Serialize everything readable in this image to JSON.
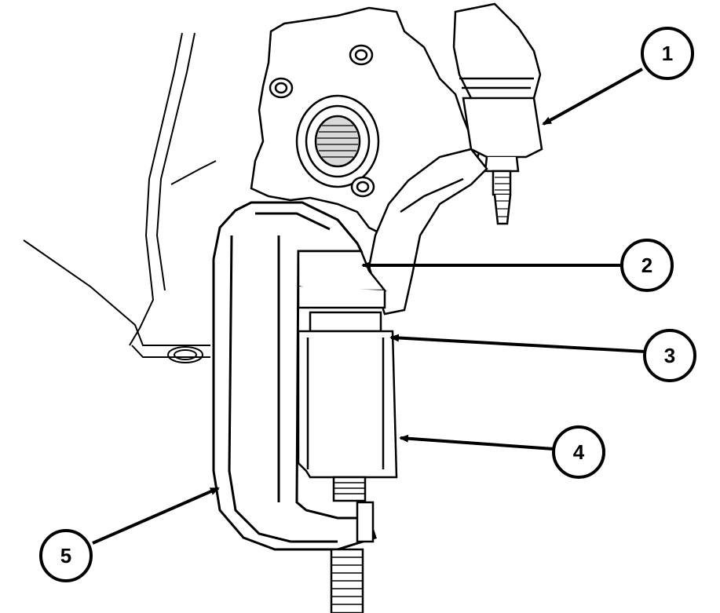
{
  "diagram": {
    "callouts": [
      {
        "id": "1",
        "label": "1"
      },
      {
        "id": "2",
        "label": "2"
      },
      {
        "id": "3",
        "label": "3"
      },
      {
        "id": "4",
        "label": "4"
      },
      {
        "id": "5",
        "label": "5"
      }
    ]
  },
  "colors": {
    "line": "#000000",
    "background": "#ffffff",
    "shade": "#e6e6e6"
  }
}
